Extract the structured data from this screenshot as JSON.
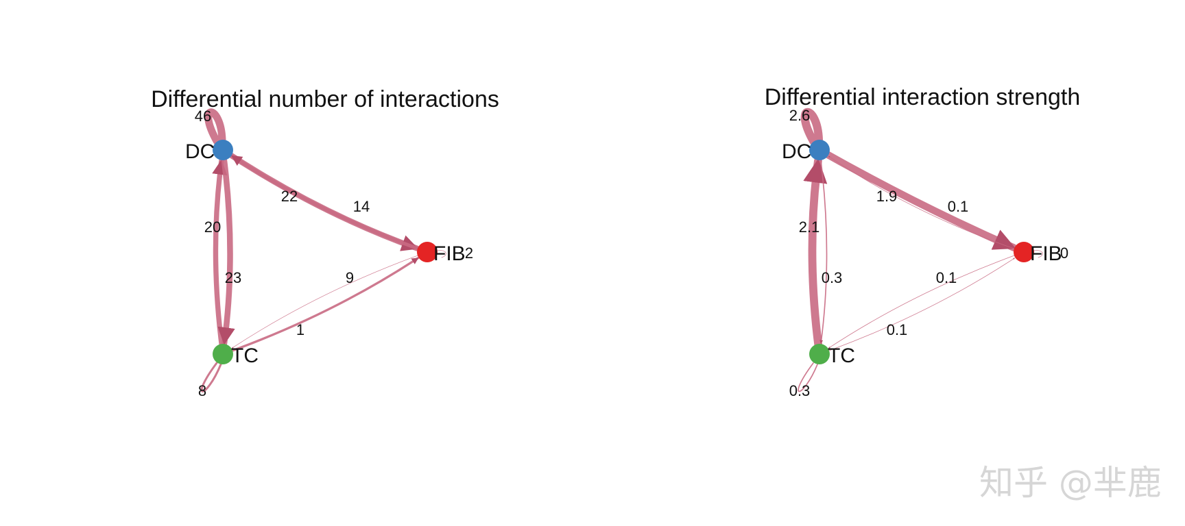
{
  "colors": {
    "edge": "#c96a83",
    "edge_dark": "#b34d69",
    "DC": "#3b7fc0",
    "FIB": "#e42424",
    "TC": "#4fae4a"
  },
  "watermark": "知乎 @芈鹿",
  "chart_data": [
    {
      "type": "network",
      "title": "Differential number of interactions",
      "nodes": [
        {
          "id": "DC",
          "label": "DC"
        },
        {
          "id": "FIB",
          "label": "FIB"
        },
        {
          "id": "TC",
          "label": "TC"
        }
      ],
      "edges": [
        {
          "source": "DC",
          "target": "DC",
          "value": 46,
          "label": "46"
        },
        {
          "source": "DC",
          "target": "FIB",
          "value": 22,
          "label": "22"
        },
        {
          "source": "FIB",
          "target": "DC",
          "value": 14,
          "label": "14"
        },
        {
          "source": "TC",
          "target": "DC",
          "value": 20,
          "label": "20"
        },
        {
          "source": "DC",
          "target": "TC",
          "value": 23,
          "label": "23"
        },
        {
          "source": "TC",
          "target": "FIB",
          "value": 9,
          "label": "9"
        },
        {
          "source": "FIB",
          "target": "TC",
          "value": 1,
          "label": "1"
        },
        {
          "source": "TC",
          "target": "TC",
          "value": 8,
          "label": "8"
        },
        {
          "source": "FIB",
          "target": "FIB",
          "value": 2,
          "label": "2"
        }
      ]
    },
    {
      "type": "network",
      "title": "Differential interaction strength",
      "nodes": [
        {
          "id": "DC",
          "label": "DC"
        },
        {
          "id": "FIB",
          "label": "FIB"
        },
        {
          "id": "TC",
          "label": "TC"
        }
      ],
      "edges": [
        {
          "source": "DC",
          "target": "DC",
          "value": 2.6,
          "label": "2.6"
        },
        {
          "source": "DC",
          "target": "FIB",
          "value": 1.9,
          "label": "1.9"
        },
        {
          "source": "FIB",
          "target": "DC",
          "value": 0.1,
          "label": "0.1"
        },
        {
          "source": "TC",
          "target": "DC",
          "value": 2.1,
          "label": "2.1"
        },
        {
          "source": "DC",
          "target": "TC",
          "value": 0.3,
          "label": "0.3"
        },
        {
          "source": "TC",
          "target": "FIB",
          "value": 0.1,
          "label": "0.1"
        },
        {
          "source": "FIB",
          "target": "TC",
          "value": 0.1,
          "label": "0.1"
        },
        {
          "source": "TC",
          "target": "TC",
          "value": 0.3,
          "label": "0.3"
        },
        {
          "source": "FIB",
          "target": "FIB",
          "value": 0,
          "label": "0"
        }
      ]
    }
  ]
}
